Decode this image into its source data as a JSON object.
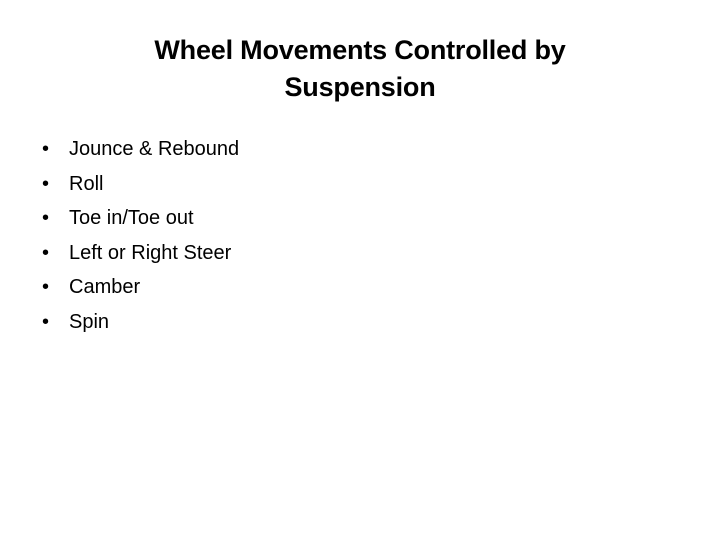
{
  "slide": {
    "background_color": "#ffffff",
    "text_color": "#000000",
    "title": {
      "full_text": "Wheel Movements Controlled by Suspension",
      "lines": [
        "Wheel Movements Controlled by",
        "Suspension"
      ]
    },
    "bullets": {
      "marker_glyph": "•",
      "items": [
        {
          "label": "Jounce & Rebound"
        },
        {
          "label": "Roll"
        },
        {
          "label": "Toe in/Toe out"
        },
        {
          "label": "Left or Right Steer"
        },
        {
          "label": "Camber"
        },
        {
          "label": "Spin"
        }
      ]
    }
  }
}
